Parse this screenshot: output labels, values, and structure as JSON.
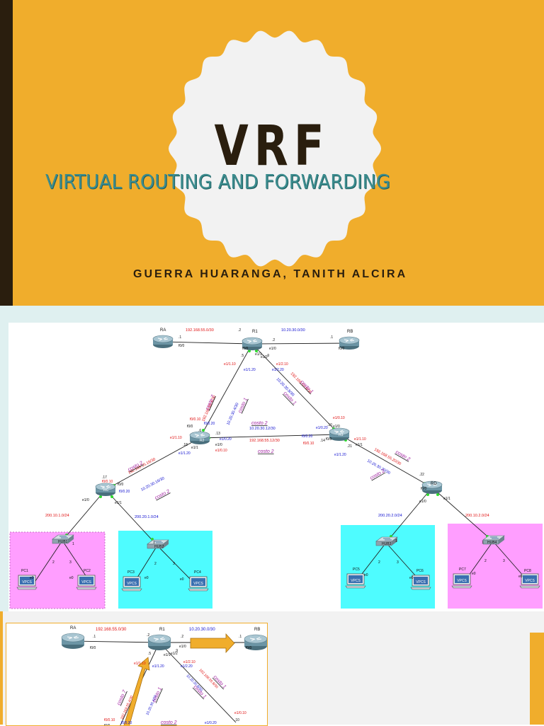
{
  "slide1": {
    "title": "VRF",
    "subtitle": "VIRTUAL ROUTING AND FORWARDING",
    "author": "GUERRA HUARANGA, TANITH ALCIRA"
  },
  "diagram": {
    "routers": {
      "ra": "RA",
      "rb": "RB",
      "r1": "R1",
      "r2": "R2",
      "r3": "R3",
      "rc": "RC",
      "rd": "RD"
    },
    "hubs": {
      "hub1": "HUB1",
      "hub2": "HUB2",
      "hub3": "HUB3",
      "hub4": "HUB4"
    },
    "pcs": {
      "pc1": "PC1",
      "pc2": "PC2",
      "pc3": "PC3",
      "pc4": "PC4",
      "pc5": "PC5",
      "pc6": "PC6",
      "pc7": "PC7",
      "pc8": "PC8"
    },
    "vpcs": "VPCS",
    "nets": {
      "ra_r1": "192.168.55.0/30",
      "r1_rb": "10.20.30.0/30",
      "r1_r2_red": "192.168.55.4/30",
      "r1_r2_blue": "10.20.30.4/30",
      "r1_r3_red": "192.168.55.8/30",
      "r1_r3_blue": "10.20.30.8/30",
      "r2_r3_blue": "10.20.30.12/30",
      "r2_r3_red": "192.168.55.12/30",
      "r2_rc_red": "192.168.55.16/30",
      "r2_rc_blue": "10.20.30.16/30",
      "r3_rd_red": "192.168.55.20/30",
      "r3_rd_blue": "10.20.30.20/30",
      "lan1": "200.10.1.0/24",
      "lan2": "200.20.1.0/24",
      "lan3": "200.20.2.0/24",
      "lan4": "200.10.2.0/24"
    },
    "cost1": "costo 1",
    "cost2": "costo 2",
    "cost7": "costo 7",
    "ifs": {
      "f00": "f0/0",
      "e10": "e1/0",
      "e11": "e1/1",
      "e12": "e1/2",
      "e110": "e1/1.10",
      "e120": "e1/1.20",
      "e210": "e1/2.10",
      "e220": "e1/2.20",
      "f010": "f0/0.10",
      "f020": "f0/0.20",
      "e010": "e1/0.10",
      "e020": "e1/0.20",
      "e0": "e0"
    },
    "hosts": {
      "h1": ".1",
      "h2": ".2",
      "h5": ".5",
      "h6": ".6",
      "h9": ".9",
      "h10": ".10",
      "h13": ".13",
      "h14": ".14",
      "h17": ".17",
      "h18": ".18",
      "h21": ".21",
      "h22": ".22"
    },
    "ports": {
      "p1": "1",
      "p2": "2",
      "p3": "3"
    }
  }
}
